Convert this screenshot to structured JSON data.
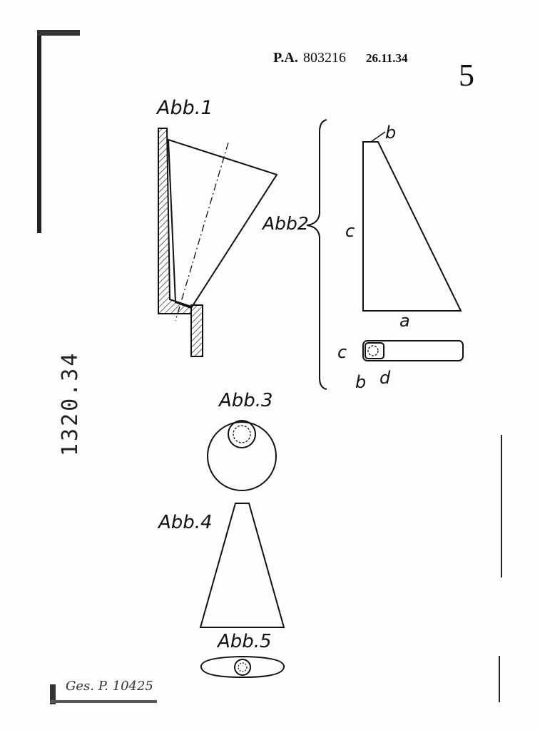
{
  "header": {
    "prefix": "P.A.",
    "number": "803216",
    "date": "26.11.34",
    "page_mark": "5"
  },
  "stamp": "1320.34",
  "footer_note": "Ges. P. 10425",
  "figures": {
    "fig1": "Abb.1",
    "fig2": "Abb2",
    "fig3": "Abb.3",
    "fig4": "Abb.4",
    "fig5": "Abb.5"
  },
  "fig2_labels": {
    "b_top": "b",
    "c_side": "c",
    "a_bottom": "a",
    "c_small": "c",
    "b_small": "b",
    "d_small": "d"
  }
}
